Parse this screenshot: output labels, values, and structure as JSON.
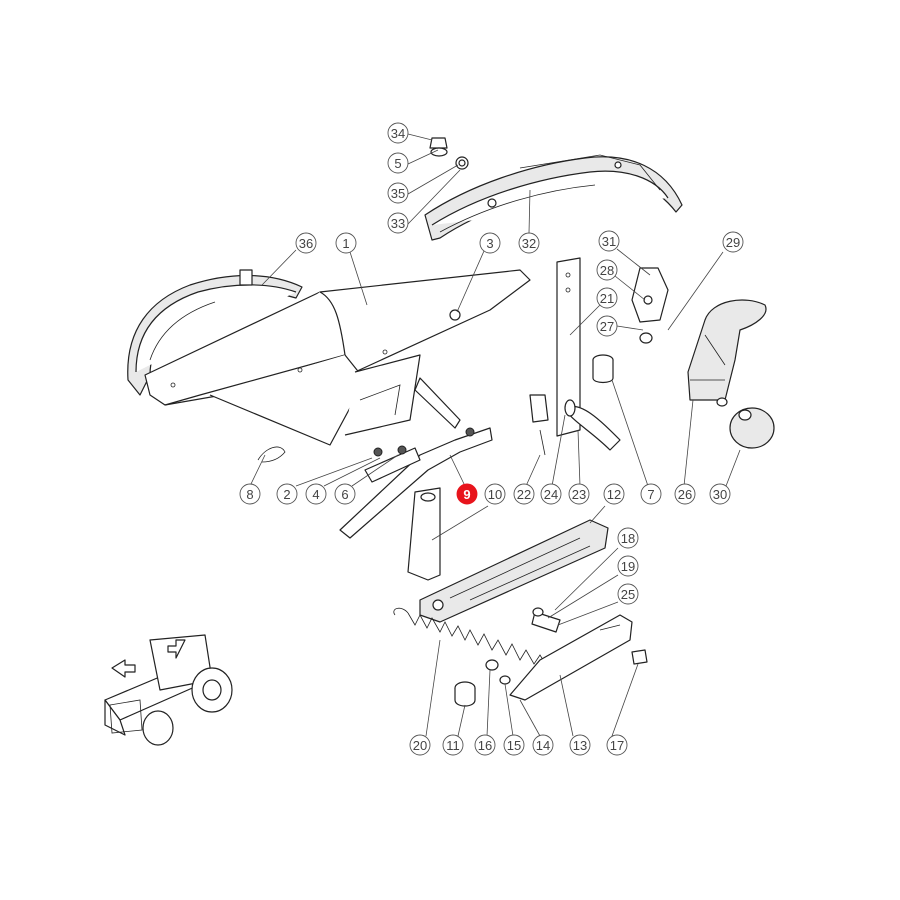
{
  "diagram": {
    "highlighted_part": "9",
    "highlight_color": "#e8141c",
    "callouts": [
      "34",
      "5",
      "35",
      "33",
      "32",
      "36",
      "1",
      "3",
      "31",
      "28",
      "29",
      "21",
      "27",
      "7",
      "26",
      "30",
      "8",
      "2",
      "4",
      "6",
      "9",
      "10",
      "22",
      "24",
      "23",
      "12",
      "18",
      "19",
      "25",
      "20",
      "11",
      "16",
      "15",
      "14",
      "13",
      "17"
    ]
  }
}
